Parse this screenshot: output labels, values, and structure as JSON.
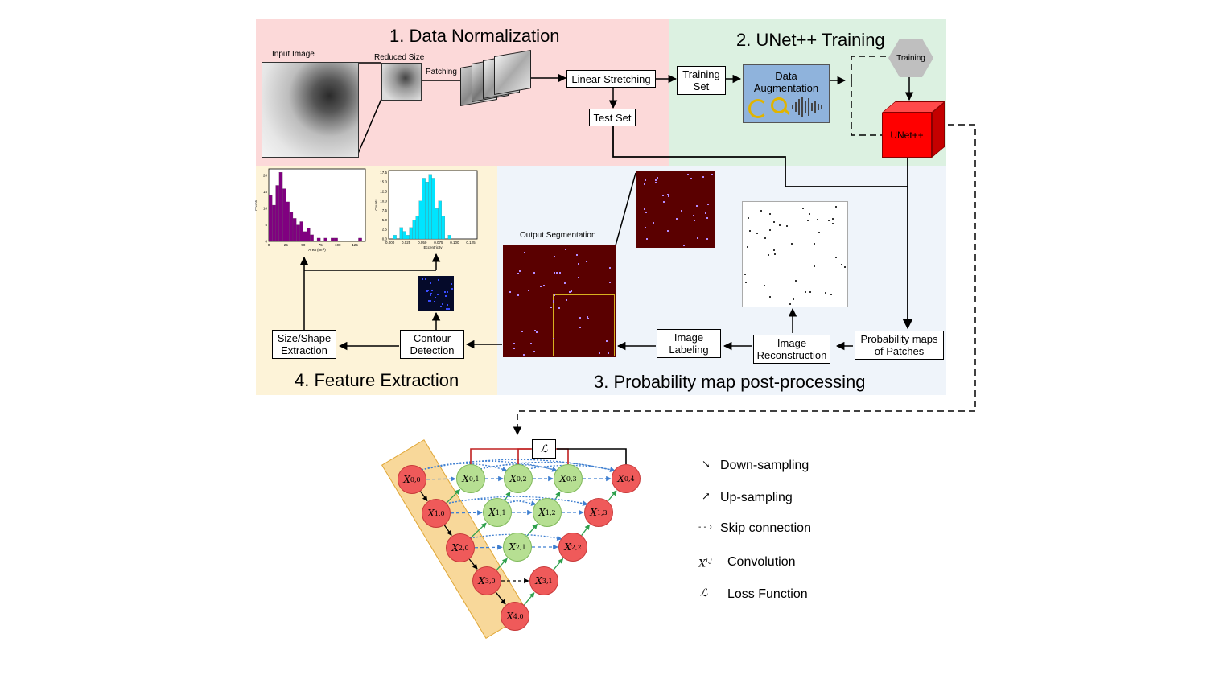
{
  "sections": {
    "s1": "1. Data Normalization",
    "s2": "2. UNet++ Training",
    "s3": "3. Probability map post-processing",
    "s4": "4. Feature Extraction"
  },
  "labels": {
    "input_image": "Input Image",
    "reduced_size": "Reduced Size",
    "patching": "Patching",
    "output_segmentation": "Output Segmentation"
  },
  "boxes": {
    "linear_stretching": "Linear Stretching",
    "test_set": "Test Set",
    "training_set": "Training\nSet",
    "data_augmentation": "Data\nAugmentation",
    "training_hex": "Training",
    "unet": "UNet++",
    "prob_maps": "Probability maps\nof Patches",
    "image_reconstruction": "Image\nReconstruction",
    "image_labeling": "Image\nLabeling",
    "contour_detection": "Contour\nDetection",
    "size_shape": "Size/Shape\nExtraction"
  },
  "histograms": [
    {
      "type": "bar",
      "color": "#800080",
      "xlabel": "Area (nm²)",
      "ylabel": "Counts",
      "xticks": [
        "0",
        "25",
        "50",
        "75",
        "100",
        "125"
      ],
      "yticks": [
        "0",
        "5",
        "10",
        "15",
        "20"
      ],
      "xlim": [
        0,
        140
      ],
      "ylim": [
        0,
        22
      ],
      "bin_width": 5,
      "values": [
        14,
        11,
        17,
        21,
        16,
        12,
        9,
        7,
        5,
        6,
        3,
        4,
        2,
        0,
        1,
        0,
        1,
        0,
        1,
        1,
        0,
        0,
        0,
        0,
        0,
        0,
        1
      ]
    },
    {
      "type": "bar",
      "color": "#00e5ff",
      "xlabel": "Eccentricity",
      "ylabel": "Counts",
      "xticks": [
        "0.000",
        "0.025",
        "0.050",
        "0.075",
        "0.100",
        "0.125"
      ],
      "yticks": [
        "0.0",
        "2.5",
        "5.0",
        "7.5",
        "10.0",
        "12.5",
        "15.0",
        "17.5"
      ],
      "xlim": [
        -0.002,
        0.135
      ],
      "ylim": [
        0,
        18
      ],
      "bin_width": 0.005,
      "bin_start": 0.0,
      "values": [
        0,
        1,
        0,
        3,
        2,
        1,
        3,
        5,
        6,
        10,
        16,
        15,
        17,
        16,
        8,
        10,
        6,
        0,
        1
      ]
    }
  ],
  "unet": {
    "nodes": [
      {
        "i": "0",
        "j": "0",
        "color": "red"
      },
      {
        "i": "1",
        "j": "0",
        "color": "red"
      },
      {
        "i": "2",
        "j": "0",
        "color": "red"
      },
      {
        "i": "3",
        "j": "0",
        "color": "red"
      },
      {
        "i": "4",
        "j": "0",
        "color": "red"
      },
      {
        "i": "0",
        "j": "1",
        "color": "green"
      },
      {
        "i": "0",
        "j": "2",
        "color": "green"
      },
      {
        "i": "0",
        "j": "3",
        "color": "green"
      },
      {
        "i": "0",
        "j": "4",
        "color": "red"
      },
      {
        "i": "1",
        "j": "1",
        "color": "green"
      },
      {
        "i": "1",
        "j": "2",
        "color": "green"
      },
      {
        "i": "1",
        "j": "3",
        "color": "red"
      },
      {
        "i": "2",
        "j": "1",
        "color": "green"
      },
      {
        "i": "2",
        "j": "2",
        "color": "red"
      },
      {
        "i": "3",
        "j": "1",
        "color": "red"
      }
    ],
    "loss_symbol": "ℒ"
  },
  "legend": {
    "down": {
      "symbol": "↘",
      "label": "Down-sampling"
    },
    "up": {
      "symbol": "↗",
      "label": "Up-sampling"
    },
    "skip": {
      "symbol": "- - ›",
      "label": "Skip connection"
    },
    "conv": {
      "symbol": "X",
      "sup": "i,j",
      "label": "Convolution"
    },
    "loss": {
      "symbol": "ℒ",
      "label": "Loss Function"
    }
  },
  "colors": {
    "panel1": "#fcd9d9",
    "panel2": "#dcf1e1",
    "panel3": "#eff4fa",
    "panel4": "#fdf3d8",
    "unet_red": "#ef5a5a",
    "unet_green": "#b6df92",
    "encoder_band": "#f8d89a",
    "seg_bg": "#5a0000",
    "augment_box": "#8fb3dc"
  }
}
